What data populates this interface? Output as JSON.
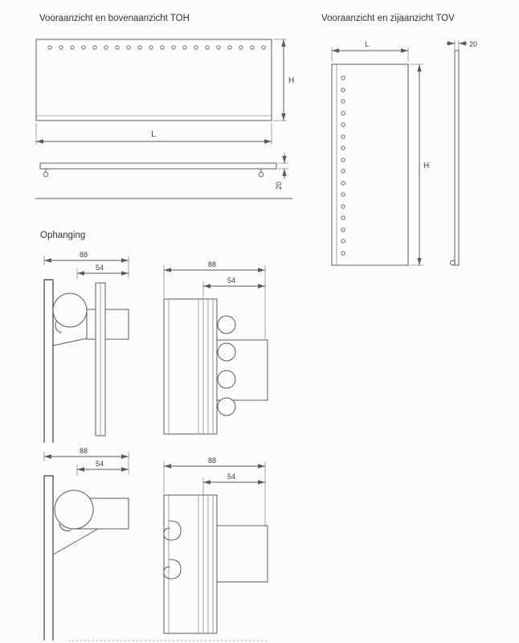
{
  "titles": {
    "toh": "Vooraanzicht en bovenaanzicht TOH",
    "tov": "Vooraanzicht en zijaanzicht TOV",
    "ophanging": "Ophanging"
  },
  "toh": {
    "dim_height": "H",
    "dim_length": "L",
    "dim_thickness": "20"
  },
  "tov": {
    "dim_length": "L",
    "dim_height": "H",
    "dim_thickness": "20"
  },
  "ophanging": {
    "details": [
      {
        "dim_total": "88",
        "dim_offset": "54"
      },
      {
        "dim_total": "88",
        "dim_offset": "54"
      },
      {
        "dim_total": "88",
        "dim_offset": "54"
      },
      {
        "dim_total": "88",
        "dim_offset": "54"
      }
    ]
  }
}
